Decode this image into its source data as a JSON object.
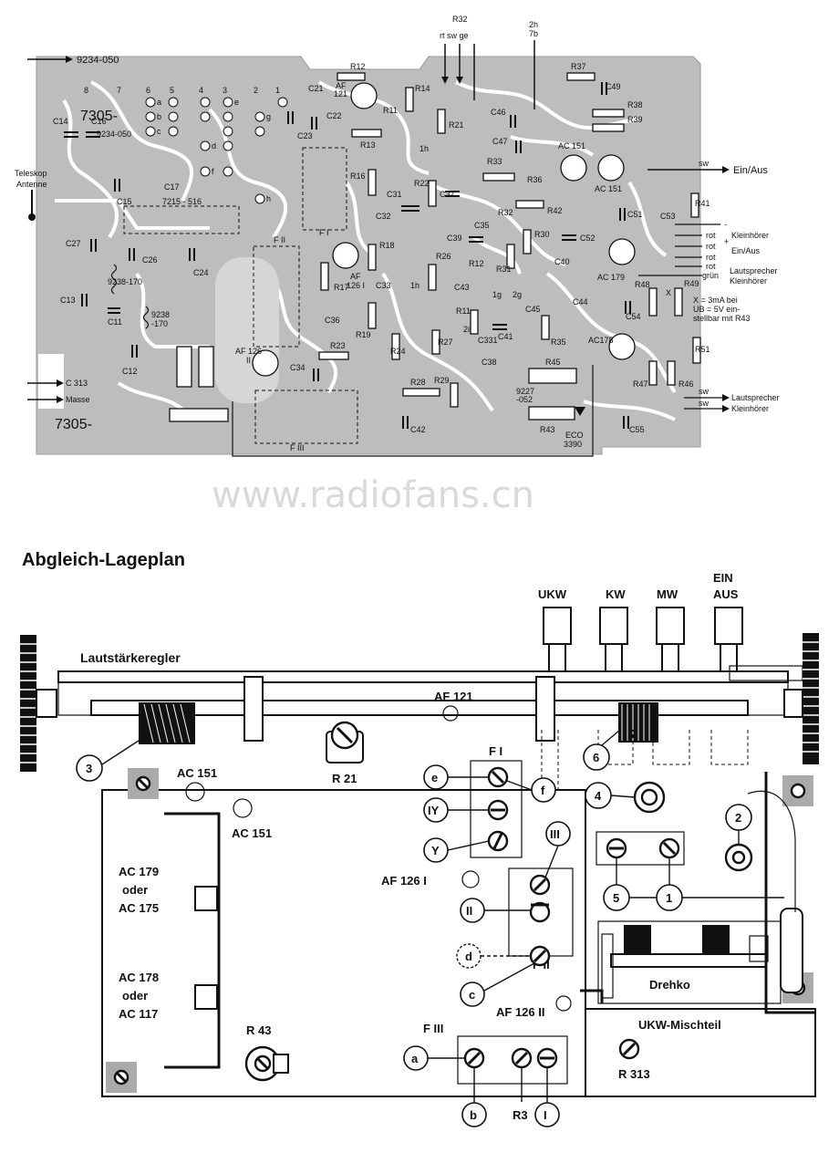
{
  "pcb": {
    "connectors_left": {
      "c9234_050": "9234-050",
      "teleskop": "Teleskop",
      "antenne": "Antenne",
      "c313": "C 313",
      "masse": "Masse"
    },
    "board_marks": {
      "top": "7305-",
      "bottom": "7305-"
    },
    "r32_label": "R32",
    "r32_wires": "rt sw ge",
    "top_2h": "2h",
    "top_7b": "7b",
    "right_wires": {
      "sw_ein_aus": {
        "color": "sw",
        "label": "Ein/Aus"
      },
      "dash": "-",
      "rot_kleinhoerer": {
        "color": "rot",
        "label": "Kleinhörer"
      },
      "rot_plus": {
        "color": "rot",
        "sign": "+",
        "label": "Ein/Aus"
      },
      "rot1": "rot",
      "rot2": "rot",
      "gruen_lautsprecher": {
        "color": "grün",
        "label": "Lautsprecher"
      },
      "kleinhoerer": "Kleinhörer",
      "sw_lautsprecher": {
        "color": "sw",
        "label": "Lautsprecher"
      },
      "sw_kleinhoerer": {
        "color": "sw",
        "label": "Kleinhörer"
      }
    },
    "note_lines": [
      "X = 3mA bei",
      "UB = 5V ein-",
      "stellbar mit R43"
    ],
    "eco": "ECO",
    "eco_num": "3390",
    "part_9227": "9227",
    "part_052": "-052",
    "components": {
      "C14": "C14",
      "C16": "C16",
      "c9234": "9234-050",
      "C15": "C15",
      "C17": "C17",
      "p7215": "7215 - 516",
      "C27": "C27",
      "C26": "C26",
      "C24": "C24",
      "C13": "C13",
      "C11": "C11",
      "C12": "C12",
      "p9238_170a": "9238-170",
      "p9238": "9238",
      "p170": "-170",
      "FII": "F II",
      "FI": "F I",
      "FIII": "F III",
      "AF126II": "AF 126",
      "AF126II_r": "II",
      "C21": "C21",
      "C22": "C22",
      "C23": "C23",
      "R12": "R12",
      "AF121": "AF",
      "AF121b": "121",
      "R11": "R11",
      "R13": "R13",
      "R14": "R14",
      "R21": "R21",
      "R16": "R16",
      "C31": "C31",
      "C32": "C32",
      "R22": "R22",
      "C37": "C37",
      "C39": "C39",
      "R18": "R18",
      "AF1261": "AF",
      "AF1261b": "126 I",
      "R17": "R17",
      "C33": "C33",
      "C36": "C36",
      "R19": "R19",
      "R24": "R24",
      "R23": "R23",
      "C34": "C34",
      "R28": "R28",
      "C42": "C42",
      "R29": "R29",
      "R27": "R27",
      "R26": "R26",
      "C43": "C43",
      "R11b": "R11",
      "C41": "C41",
      "C331": "C331",
      "C38": "C38",
      "C46": "C46",
      "C47": "C47",
      "R33": "R33",
      "R36": "R36",
      "C35": "C35",
      "R32": "R32",
      "R12b": "R12",
      "R31": "R31",
      "R30": "R30",
      "R42": "R42",
      "C45": "C45",
      "C40": "C40",
      "C44": "C44",
      "R35": "R35",
      "R45": "R45",
      "R43": "R43",
      "C52": "C52",
      "R37": "R37",
      "C49": "C49",
      "R38": "R38",
      "R39": "R39",
      "AC151a": "AC 151",
      "AC151b": "AC 151",
      "C51": "C51",
      "C53": "C53",
      "R41": "R41",
      "AC179": "AC 179",
      "R48": "R48",
      "R49": "R49",
      "C54": "C54",
      "AC178": "AC178",
      "R51": "R51",
      "R47": "R47",
      "R46": "R46",
      "C55": "C55",
      "x": "X",
      "lh1": "1h",
      "lh2": "1h",
      "p2i": "2i",
      "p2g": "2g",
      "p1g": "1g"
    },
    "pin_numbers": [
      "8",
      "7",
      "6",
      "5",
      "4",
      "3",
      "2",
      "1"
    ],
    "pin_letters": [
      "a",
      "b",
      "c",
      "d",
      "e",
      "f",
      "g",
      "h"
    ]
  },
  "watermark": "www.radiofans.cn",
  "section_title": "Abgleich-Lageplan",
  "plan": {
    "buttons": [
      "UKW",
      "KW",
      "MW"
    ],
    "ein": "EIN",
    "aus": "AUS",
    "lautstaerkeregler": "Lautstärkeregler",
    "af121": "AF 121",
    "r21": "R 21",
    "ac151_a": "AC 151",
    "ac151_b": "AC 151",
    "ac179": "AC 179",
    "oder1": "oder",
    "ac175": "AC 175",
    "ac178": "AC 178",
    "oder2": "oder",
    "ac117": "AC 117",
    "r43": "R 43",
    "fi": "F I",
    "fii": "F II",
    "fiii": "F III",
    "af126_1": "AF 126 I",
    "af126_2": "AF 126 II",
    "drehko": "Drehko",
    "ukw_mischteil": "UKW-Mischteil",
    "r313": "R 313",
    "r3": "R3",
    "labels": {
      "n3": "3",
      "n6": "6",
      "n4": "4",
      "n2": "2",
      "n5": "5",
      "n1": "1",
      "e": "e",
      "f": "f",
      "IV": "IY",
      "V": "Y",
      "III": "III",
      "II": "II",
      "d": "d",
      "c": "c",
      "a": "a",
      "b": "b",
      "I": "I"
    }
  },
  "colors": {
    "ink": "#111111",
    "board": "#bdbdbd",
    "paper": "#ffffff",
    "watermark": "#d9d9d9"
  }
}
